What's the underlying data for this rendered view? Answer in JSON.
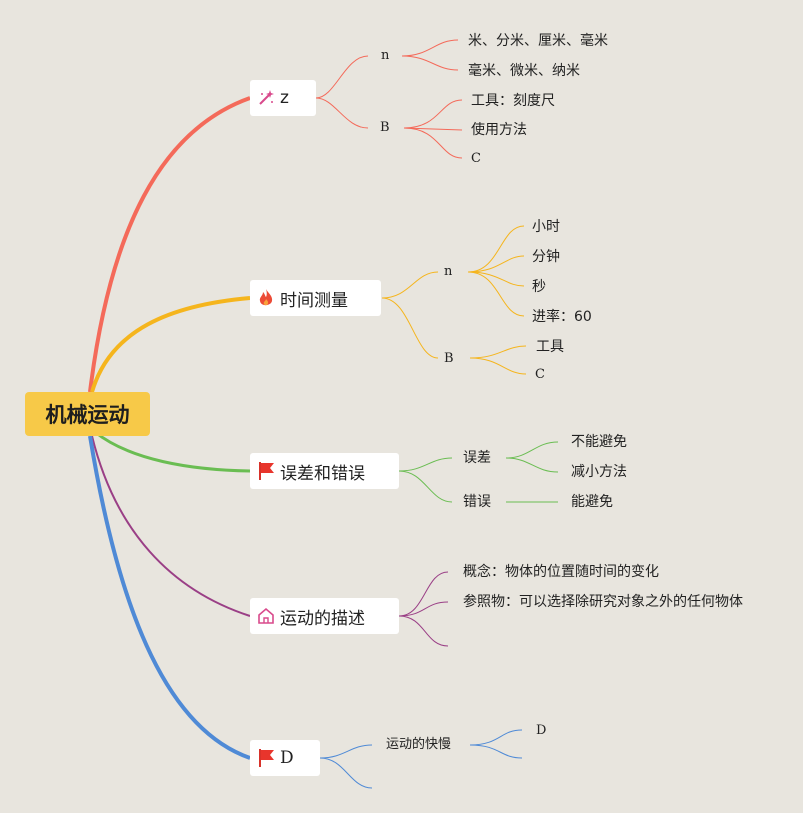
{
  "root": {
    "label": "机械运动"
  },
  "colors": {
    "red": "#f46a5a",
    "yellow": "#f5b51d",
    "green": "#6abd52",
    "purple": "#9a3f86",
    "blue": "#4f8ad6",
    "root_bg": "#f7c948",
    "background": "#e8e5de"
  },
  "branches": [
    {
      "label": "z",
      "icon": "magic-wand-icon",
      "children": [
        {
          "label": "n",
          "children": [
            "米、分米、厘米、毫米",
            "毫米、微米、纳米"
          ]
        },
        {
          "label": "B",
          "children": [
            "工具：刻度尺",
            "使用方法",
            "C"
          ]
        }
      ]
    },
    {
      "label": "时间测量",
      "icon": "fire-icon",
      "children": [
        {
          "label": "n",
          "children": [
            "小时",
            "分钟",
            "秒",
            "进率：60"
          ]
        },
        {
          "label": "B",
          "children": [
            "工具",
            "C"
          ]
        }
      ]
    },
    {
      "label": "误差和错误",
      "icon": "red-flag-icon",
      "children": [
        {
          "label": "误差",
          "children": [
            "不能避免",
            "减小方法"
          ]
        },
        {
          "label": "错误",
          "children": [
            "能避免"
          ]
        }
      ]
    },
    {
      "label": "运动的描述",
      "icon": "house-icon",
      "children": [
        {
          "label": "概念：物体的位置随时间的变化"
        },
        {
          "label": "参照物：可以选择除研究对象之外的任何物体"
        },
        {
          "label": ""
        }
      ]
    },
    {
      "label": "D",
      "icon": "red-flag-icon",
      "children": [
        {
          "label": "运动的快慢",
          "children": [
            "D",
            ""
          ]
        },
        {
          "label": ""
        }
      ]
    }
  ]
}
